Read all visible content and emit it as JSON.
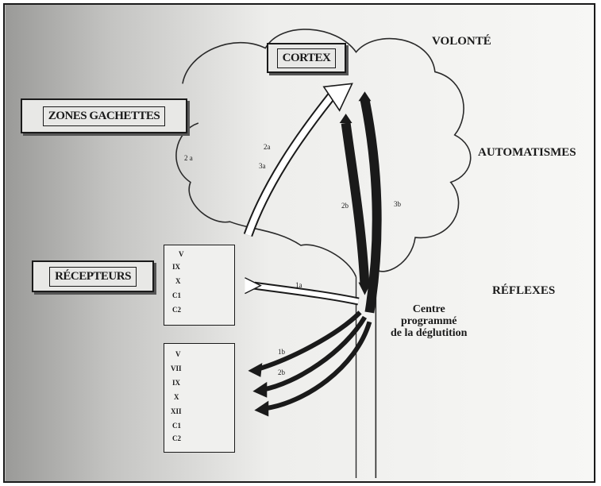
{
  "labels": {
    "cortex": "CORTEX",
    "zones_gachettes": "ZONES GACHETTES",
    "recepteurs": "RÉCEPTEURS",
    "volonte": "VOLONTÉ",
    "automatismes": "AUTOMATISMES",
    "reflexes": "RÉFLEXES",
    "centre_line1": "Centre",
    "centre_line2": "programmé",
    "centre_line3": "de la déglutition"
  },
  "pathway_labels": {
    "l_2a_left": "2 a",
    "l_2a": "2a",
    "l_3a": "3a",
    "l_2b_upper": "2b",
    "l_3b": "3b",
    "l_1a": "1a",
    "l_1b": "1b",
    "l_2b_lower": "2b"
  },
  "afferent_nerves": [
    "V",
    "IX",
    "X",
    "C1",
    "C2"
  ],
  "efferent_nerves": [
    "V",
    "VII",
    "IX",
    "X",
    "XII",
    "C1",
    "C2"
  ]
}
